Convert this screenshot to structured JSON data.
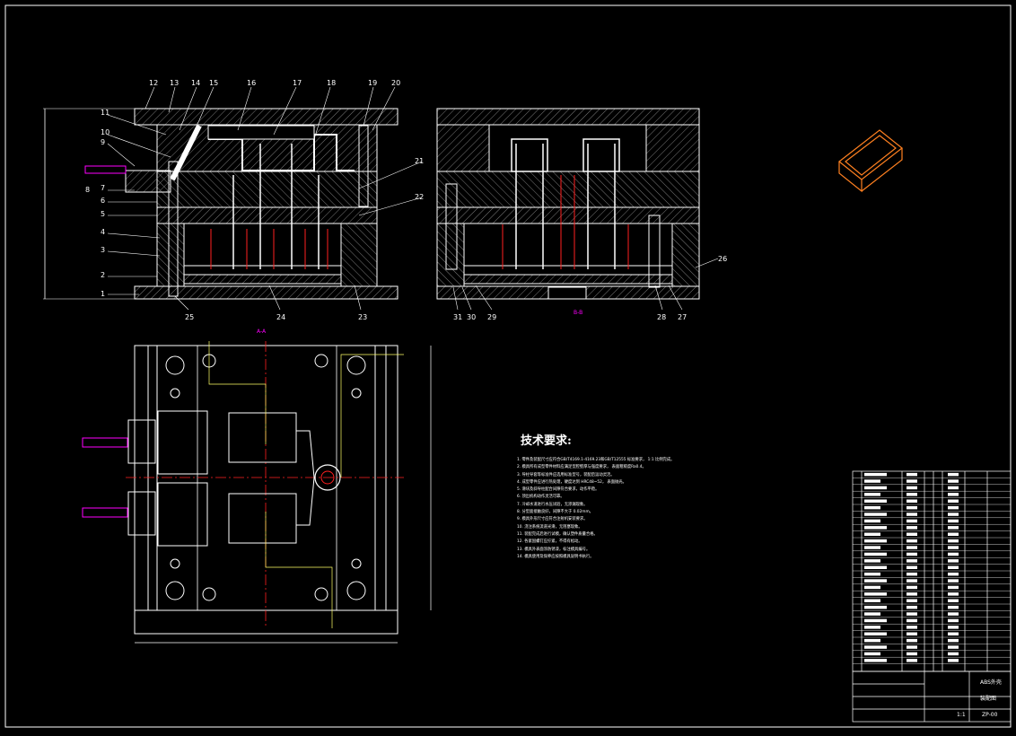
{
  "drawing": {
    "colors": {
      "background": "#000000",
      "line": "#ffffff",
      "hatch": "#aaaaaa",
      "centerline": "#ff2020",
      "dimension": "#ffff66",
      "accent": "#ff00ff",
      "product": "#ff8020"
    },
    "callouts_left": [
      "12",
      "13",
      "14",
      "15",
      "16",
      "17",
      "18",
      "19",
      "20",
      "11",
      "10",
      "9",
      "8",
      "7",
      "6",
      "5",
      "4",
      "3",
      "2",
      "1",
      "25",
      "24",
      "23",
      "21",
      "22"
    ],
    "callouts_right": [
      "26",
      "31",
      "30",
      "29",
      "28",
      "27"
    ],
    "section_labels": {
      "main": "A-A",
      "side": "B-B"
    },
    "tech_requirements": {
      "title": "技术要求:",
      "lines": [
        "1. 零件及装配尺寸应符合GB/T4169.1-4169.23和GB/T12555 标准要求， 1:1 比例完成。",
        "2. 模具所有成型零件材料应满足型腔壁厚与强度要求， 表面粗糙度Ra0.4。",
        "3. 导柱导套等标准件应选用标准型号，装配后运动灵活。",
        "4. 成型零件应进行热处理，硬度达到 HRC48~52， 表面抛光。",
        "5. 滑块及斜导柱配合间隙符合要求，动作平稳。",
        "6. 顶出机构动作灵活可靠。",
        "7. 冷却水道进行水压试验，无渗漏现象。",
        "8. 分型面接触良好，间隙不大于 0.02mm。",
        "9. 模具外形尺寸应符合注射机安装要求。",
        "10. 浇注系统流道光滑，无阻塞现象。",
        "11. 装配完成后进行试模，确认塑件质量合格。",
        "12. 各紧固螺钉应拧紧，不得有松动。",
        "13. 模具外表面涂防锈漆，标注模具编号。",
        "14. 模具使用及保养应按照模具说明书执行。"
      ]
    },
    "title_block": {
      "name": "ABS外壳",
      "drawing_type": "装配图",
      "drawing_no": "ZP-00",
      "scale": "1:1"
    }
  }
}
